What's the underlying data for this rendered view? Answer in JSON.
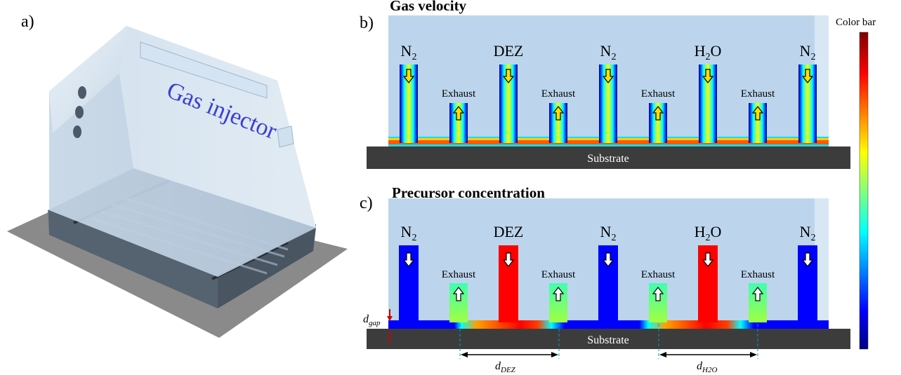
{
  "panels": {
    "a": {
      "label": "a)",
      "injector_text": "Gas injector"
    },
    "b": {
      "label": "b)",
      "title": "Gas velocity",
      "inlets": [
        "N2",
        "DEZ",
        "N2",
        "H2O",
        "N2"
      ],
      "exhausts": [
        "Exhaust",
        "Exhaust",
        "Exhaust",
        "Exhaust"
      ],
      "substrate": "Substrate"
    },
    "c": {
      "label": "c)",
      "title": "Precursor concentration",
      "inlets": [
        "N2",
        "DEZ",
        "N2",
        "H2O",
        "N2"
      ],
      "exhausts": [
        "Exhaust",
        "Exhaust",
        "Exhaust",
        "Exhaust"
      ],
      "substrate": "Substrate",
      "dim_gap": "gap",
      "dim_dez": "DEZ",
      "dim_h2o": "H2O"
    }
  },
  "color_bar": {
    "label": "Color bar",
    "colors": [
      "#00007f",
      "#0000ff",
      "#00ffff",
      "#ffff00",
      "#ff0000",
      "#7f0000"
    ]
  },
  "colors": {
    "background_fluid": "#bcd5ec",
    "substrate": "#3c3c3c",
    "dim_line": "#0099cc",
    "gap_arrow": "#cc0000"
  }
}
